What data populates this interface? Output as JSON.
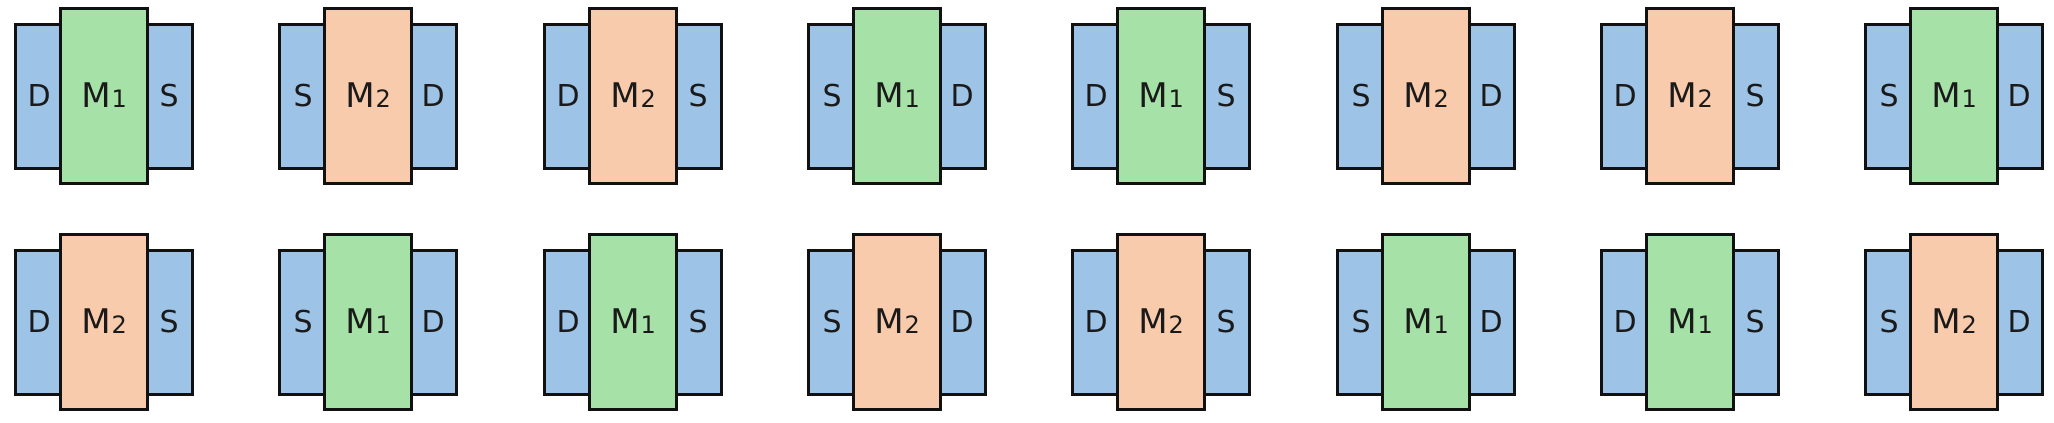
{
  "colors": {
    "M1": "#a6e1a7",
    "M2": "#f8cbad",
    "terminal": "#9dc3e6",
    "outline": "#111111"
  },
  "rows": [
    [
      {
        "left": "D",
        "gate": "M",
        "sub": "1",
        "right": "S",
        "color": "M1"
      },
      {
        "left": "S",
        "gate": "M",
        "sub": "2",
        "right": "D",
        "color": "M2"
      },
      {
        "left": "D",
        "gate": "M",
        "sub": "2",
        "right": "S",
        "color": "M2"
      },
      {
        "left": "S",
        "gate": "M",
        "sub": "1",
        "right": "D",
        "color": "M1"
      },
      {
        "left": "D",
        "gate": "M",
        "sub": "1",
        "right": "S",
        "color": "M1"
      },
      {
        "left": "S",
        "gate": "M",
        "sub": "2",
        "right": "D",
        "color": "M2"
      },
      {
        "left": "D",
        "gate": "M",
        "sub": "2",
        "right": "S",
        "color": "M2"
      },
      {
        "left": "S",
        "gate": "M",
        "sub": "1",
        "right": "D",
        "color": "M1"
      }
    ],
    [
      {
        "left": "D",
        "gate": "M",
        "sub": "2",
        "right": "S",
        "color": "M2"
      },
      {
        "left": "S",
        "gate": "M",
        "sub": "1",
        "right": "D",
        "color": "M1"
      },
      {
        "left": "D",
        "gate": "M",
        "sub": "1",
        "right": "S",
        "color": "M1"
      },
      {
        "left": "S",
        "gate": "M",
        "sub": "2",
        "right": "D",
        "color": "M2"
      },
      {
        "left": "D",
        "gate": "M",
        "sub": "2",
        "right": "S",
        "color": "M2"
      },
      {
        "left": "S",
        "gate": "M",
        "sub": "1",
        "right": "D",
        "color": "M1"
      },
      {
        "left": "D",
        "gate": "M",
        "sub": "1",
        "right": "S",
        "color": "M1"
      },
      {
        "left": "S",
        "gate": "M",
        "sub": "2",
        "right": "D",
        "color": "M2"
      }
    ]
  ]
}
